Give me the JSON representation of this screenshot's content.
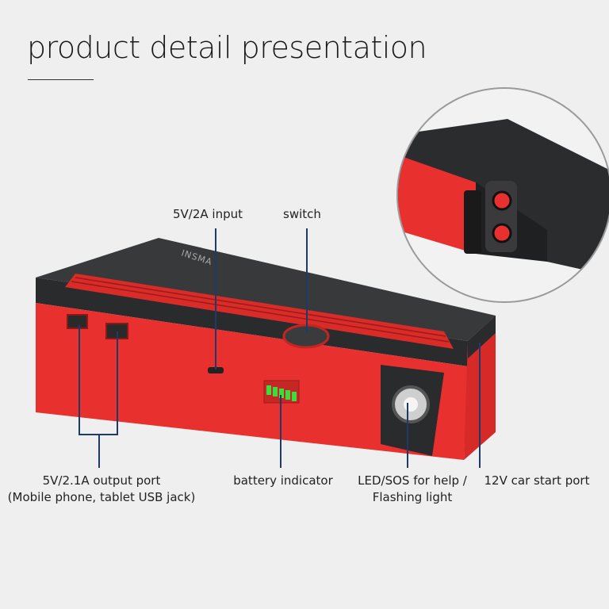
{
  "title": "product detail presentation",
  "brand_logo": "INSMA",
  "callouts": {
    "input": "5V/2A input",
    "switch": "switch",
    "output_line1": "5V/2.1A output port",
    "output_line2": "(Mobile phone, tablet USB jack)",
    "battery": "battery indicator",
    "led_line1": "LED/SOS for help /",
    "led_line2": "Flashing light",
    "car_start": "12V car start port"
  },
  "colors": {
    "device_red": "#e8302e",
    "device_black": "#2f3032",
    "callout_line": "#1d3a6b",
    "battery_led": "#3fdc3f"
  }
}
